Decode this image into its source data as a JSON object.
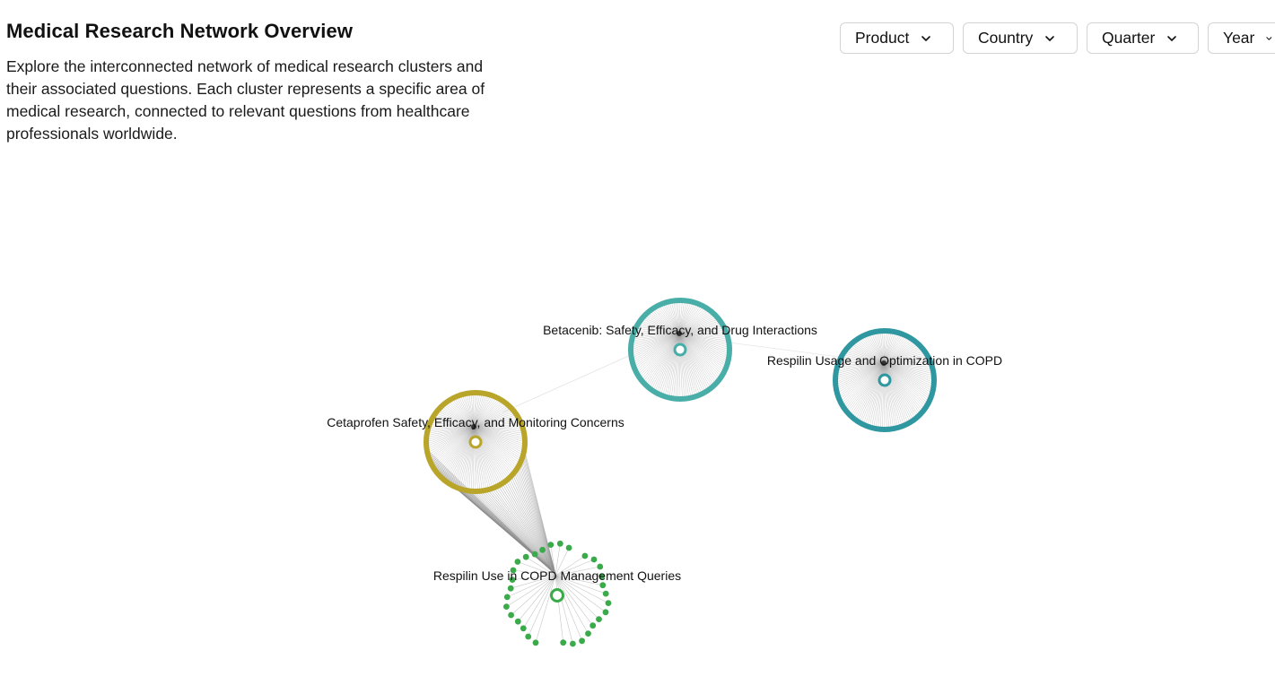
{
  "header": {
    "title": "Medical Research Network Overview",
    "description": "Explore the interconnected network of medical research clusters and their associated questions. Each cluster represents a specific area of medical research, connected to relevant questions from healthcare professionals worldwide."
  },
  "filters": [
    {
      "label": "Product",
      "icon": "chevron-down-icon"
    },
    {
      "label": "Country",
      "icon": "chevron-down-icon"
    },
    {
      "label": "Quarter",
      "icon": "chevron-down-icon"
    },
    {
      "label": "Year",
      "icon": "chevron-down-icon"
    }
  ],
  "network": {
    "clusters": [
      {
        "id": "betacenib",
        "label": "Betacenib: Safety, Efficacy, and Drug Interactions",
        "color": "#4aaea8"
      },
      {
        "id": "respilin-opt",
        "label": "Respilin Usage and Optimization in COPD",
        "color": "#2e97a0"
      },
      {
        "id": "cetaprofen",
        "label": "Cetaprofen Safety, Efficacy, and Monitoring Concerns",
        "color": "#b8a52a"
      },
      {
        "id": "respilin-queries",
        "label": "Respilin Use in COPD Management Queries",
        "color": "#3aaa4a"
      }
    ]
  }
}
